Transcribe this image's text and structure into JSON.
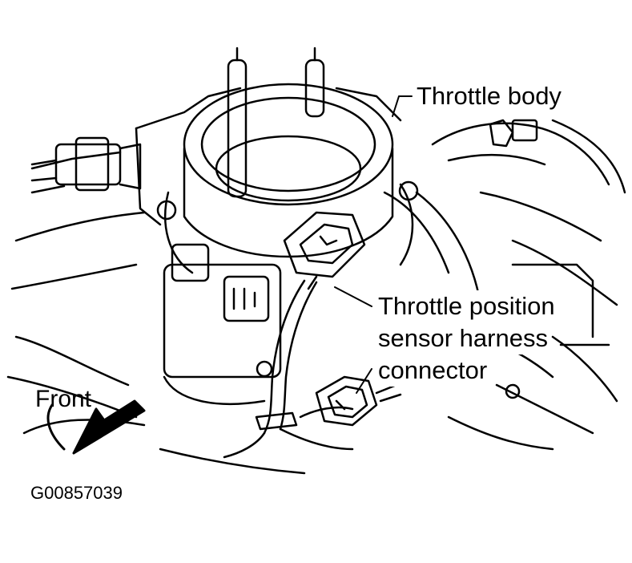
{
  "callouts": {
    "throttle_body": "Throttle body",
    "tps_line1": "Throttle position",
    "tps_line2": "sensor harness",
    "tps_line3": "connector"
  },
  "direction_label": "Front",
  "figure_id": "G00857039",
  "colors": {
    "ink": "#000000",
    "paper": "#ffffff"
  }
}
